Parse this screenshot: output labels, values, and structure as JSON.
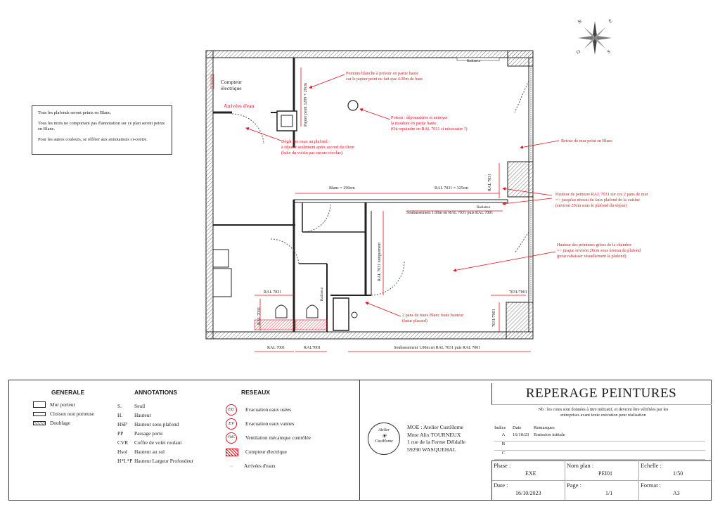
{
  "compass": {
    "n": "N",
    "e": "E",
    "s": "S",
    "o": "O"
  },
  "notes": {
    "line1": "Tous les plafonds seront peints en Blanc.",
    "line2": "Tous les murs ne comportant pas d'annotation sur ce plan seront peints en Blanc.",
    "line3": "Pour les autres couleurs, se référer aux annotations ci-contre."
  },
  "plan_labels": {
    "compteur": "Compteur électrique",
    "arrivees": "Arrivées d'eau",
    "radiateur_top": "Radiateur",
    "radiateur_mid": "Radiateur",
    "radiateur_wc": "Radiateur",
    "papier_peint": "Papier peint 1209 + 20cm",
    "blanc_290": "Blanc = 290cm",
    "ral_325": "RAL 7031 = 325cm",
    "ral_7031_vert": "RAL 7031",
    "soubassement_mid": "Soubassement 1.00m en RAL 7031 puis RAL 7001",
    "ral_uniquement": "RAL 7031 uniquement",
    "ral_7031_small": "RAL 7031",
    "ral_7031_side": "RAL 7031",
    "ral_7031_7001": "7031/7001",
    "ral_7031_7001_v": "7031/7001",
    "ral_7001_a": "RAL 7001",
    "ral_7001_b": "RAL7001",
    "soubassement_bottom": "Soubassement 1.00m en RAL 7031 puis RAL 7001"
  },
  "annotations": {
    "peinture_blanche": [
      "Peinture blanche à prévoir en partie haute",
      "car le papier peint ne fait que 4.00m de haut"
    ],
    "poteau": [
      "Poteau : dépoussiérer et nettoyer",
      "la moulure en partie haute",
      "(Où repeindre en RAL 7031 si nécessaire ?)"
    ],
    "degat": [
      "Dégât des eaux au plafond :",
      "à réparer seulement après accord du client",
      "(fuite du voisin pas encore résolue)"
    ],
    "retour": [
      "Retour de mur peint en Blanc"
    ],
    "hauteur_ral": [
      "Hauteur de peinture RAL 7031 sur ces 2 pans de mur",
      "=> jusqu'au niveau du faux plafond de la cuisine",
      "(environ 20cm sous le plafond du séjour)"
    ],
    "hauteur_grises": [
      "Hauteur des peintures grises de la chambre",
      "=> jusque environ 20cm sous niveau du plafond",
      "(pour rabaisser visuellement le plafond)"
    ],
    "pans_blanc": [
      "2 pans de murs Blanc toute hauteur",
      "(futur placard)"
    ]
  },
  "legend": {
    "generale_title": "GENERALE",
    "generale": [
      "Mur porteur",
      "Cloison non porteuse",
      "Doublage"
    ],
    "annotations_title": "ANNOTATIONS",
    "annotations": [
      {
        "abbr": "S.",
        "text": "Seuil"
      },
      {
        "abbr": "H.",
        "text": "Hauteur"
      },
      {
        "abbr": "HSP",
        "text": "Hauteur sous plafond"
      },
      {
        "abbr": "PP",
        "text": "Passage porte"
      },
      {
        "abbr": "CVR",
        "text": "Coffre de volet roulant"
      },
      {
        "abbr": "Hsol",
        "text": "Hauteur au sol"
      },
      {
        "abbr": "H*L*P",
        "text": "Hauteur Largeur Profondeur"
      }
    ],
    "reseaux_title": "RESEAUX",
    "reseaux": [
      {
        "code": "EU",
        "text": "Evacuation eaux usées"
      },
      {
        "code": "EV",
        "text": "Evacuation eaux vannes"
      },
      {
        "code": "VMC",
        "text": "Ventilation mécanique contrôlée"
      },
      {
        "code": "",
        "text": "Compteur électrique"
      },
      {
        "code": "",
        "text": "Arrivées d'eaux"
      }
    ]
  },
  "logo": {
    "line1": "Atelier",
    "line2": "CustHome"
  },
  "moe": {
    "line1": "MOE : Atelier CustHome",
    "line2": "Mme Alix TOURNEUX",
    "line3": "1 rue de la Ferme Déldalle",
    "line4": "59290 WASQUEHAL"
  },
  "titleblock": {
    "title": "REPERAGE PEINTURES",
    "nb": [
      "Nb : les cotes sont données à titre indicatif, et devront être vérifiées par les",
      "entreprises avant toute exécution pour réalisation"
    ],
    "revision_headers": {
      "indice": "Indice",
      "date": "Date",
      "remarques": "Remarques"
    },
    "revisions": [
      {
        "indice": "A",
        "date": "16/10/23",
        "remarques": "Emission initiale"
      },
      {
        "indice": "B",
        "date": "",
        "remarques": ""
      },
      {
        "indice": "C",
        "date": "",
        "remarques": ""
      }
    ],
    "phase_label": "Phase :",
    "phase": "EXE",
    "nom_plan_label": "Nom plan :",
    "nom_plan": "PEI01",
    "echelle_label": "Echelle :",
    "echelle": "1/50",
    "date_label": "Date :",
    "date": "16/10/2023",
    "page_label": "Page :",
    "page": "1/1",
    "format_label": "Format :",
    "format": "A3"
  },
  "colors": {
    "annotation_red": "#e0141e",
    "line": "#222222"
  }
}
